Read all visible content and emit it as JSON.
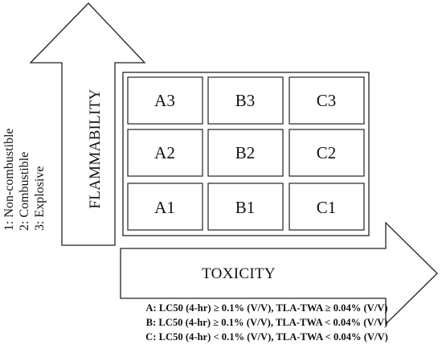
{
  "flammability_arrow": {
    "label": "FLAMMABILITY"
  },
  "toxicity_arrow": {
    "label": "TOXICITY"
  },
  "flammability_levels": [
    "1: Non-combustible",
    "2: Combustible",
    "3: Explosive"
  ],
  "grid": {
    "rows": [
      [
        "A3",
        "B3",
        "C3"
      ],
      [
        "A2",
        "B2",
        "C2"
      ],
      [
        "A1",
        "B1",
        "C1"
      ]
    ]
  },
  "toxicity_legend": [
    "A: LC50 (4-hr) ≥ 0.1% (V/V), TLA-TWA ≥ 0.04% (V/V)",
    "B: LC50 (4-hr) ≥ 0.1% (V/V), TLA-TWA < 0.04% (V/V)",
    "C: LC50 (4-hr) < 0.1% (V/V), TLA-TWA < 0.04% (V/V)"
  ]
}
